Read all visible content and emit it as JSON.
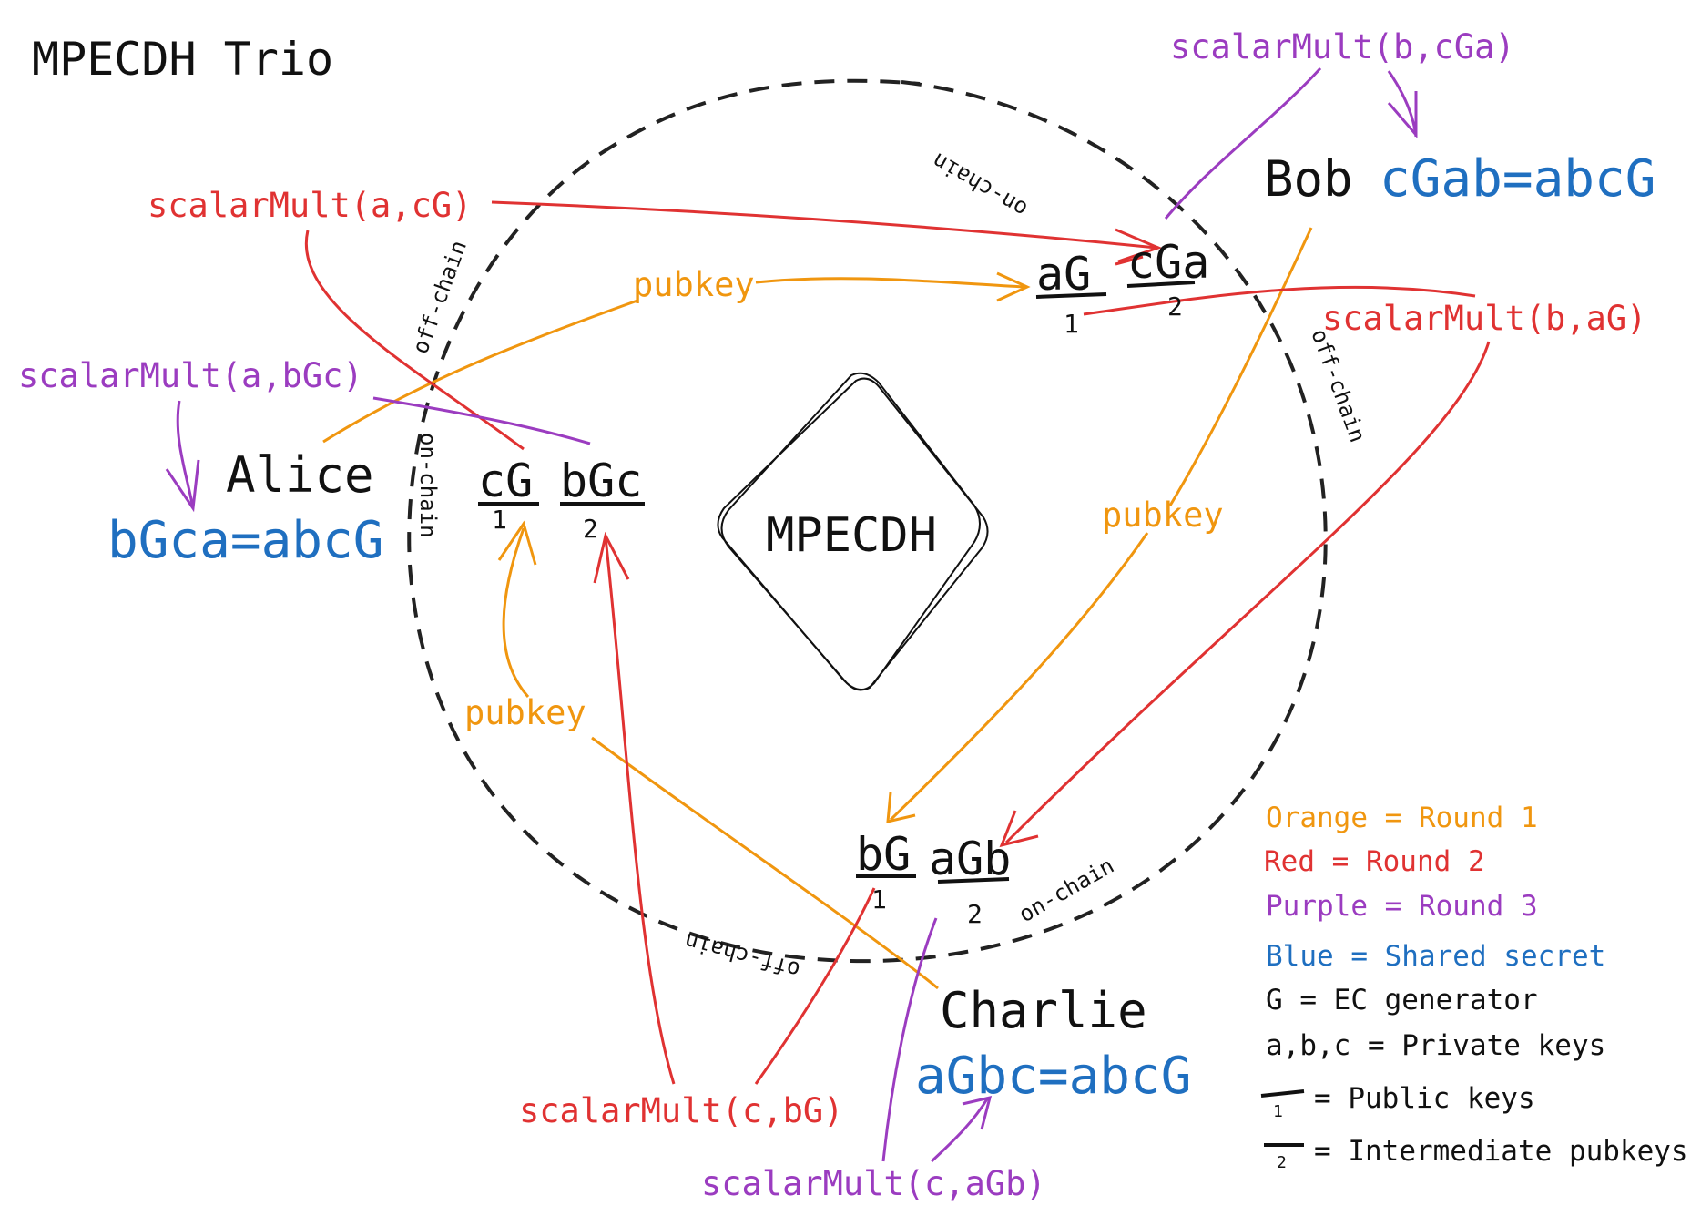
{
  "title": "MPECDH Trio",
  "center_label": "MPECDH",
  "colors": {
    "orange": "#f0960f",
    "red": "#e03232",
    "purple": "#9b3cc0",
    "blue": "#1f6fc0",
    "black": "#111111"
  },
  "parties": {
    "alice": {
      "name": "Alice",
      "secret": "bGca=abcG"
    },
    "bob": {
      "name": "Bob",
      "secret": "cGab=abcG"
    },
    "charlie": {
      "name": "Charlie",
      "secret": "aGbc=abcG"
    }
  },
  "keys": {
    "alice_pub": "cG",
    "alice_pub_sub": "1",
    "alice_int": "bGc",
    "alice_int_sub": "2",
    "bob_pub": "aG",
    "bob_pub_sub": "1",
    "bob_int": "cGa",
    "bob_int_sub": "2",
    "charlie_pub": "bG",
    "charlie_pub_sub": "1",
    "charlie_int": "aGb",
    "charlie_int_sub": "2"
  },
  "ops": {
    "pubkey": "pubkey",
    "alice_r2": "scalarMult(a,cG)",
    "alice_r3": "scalarMult(a,bGc)",
    "bob_r2": "scalarMult(b,aG)",
    "bob_r3": "scalarMult(b,cGa)",
    "charlie_r2": "scalarMult(c,bG)",
    "charlie_r3": "scalarMult(c,aGb)"
  },
  "ring_labels": {
    "on_chain": "on-chain",
    "off_chain": "off-chain"
  },
  "legend": {
    "orange": "Orange = Round 1",
    "red": "Red = Round 2",
    "purple": "Purple = Round 3",
    "blue": "Blue = Shared secret",
    "generator": "G = EC generator",
    "private": "a,b,c = Private keys",
    "public_sub": "1",
    "public": "= Public keys",
    "intermediate_sub": "2",
    "intermediate": "= Intermediate pubkeys"
  }
}
